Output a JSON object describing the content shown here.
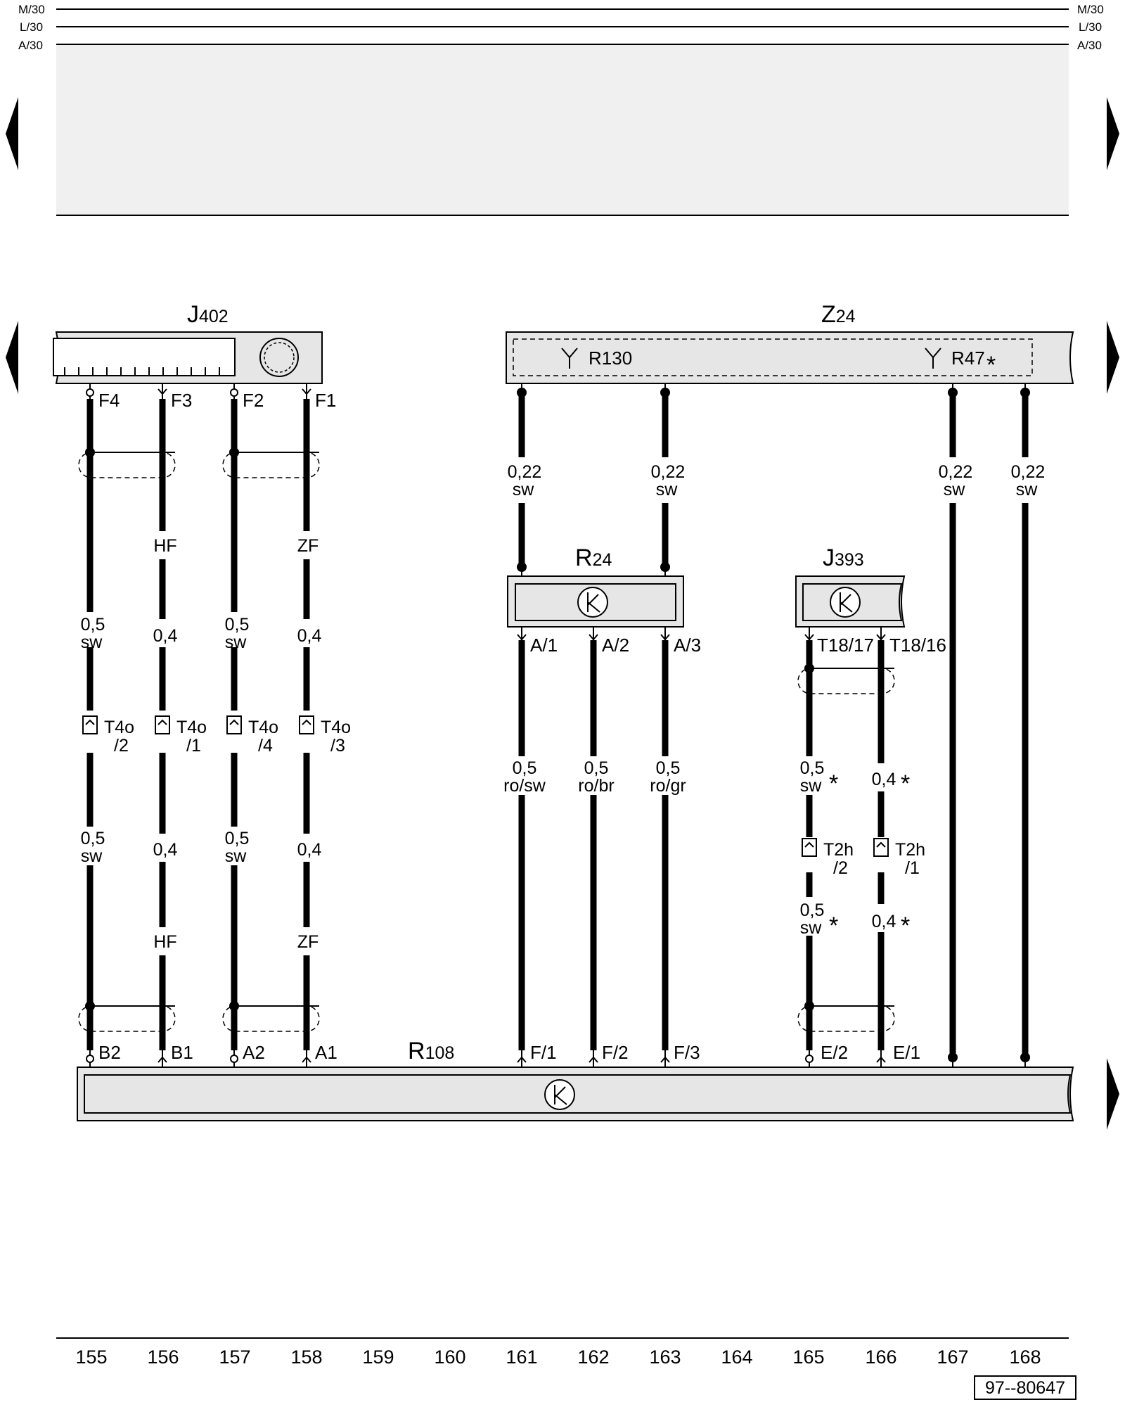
{
  "rails": {
    "left": [
      "M/30",
      "L/30",
      "A/30"
    ],
    "right": [
      "M/30",
      "L/30",
      "A/30"
    ]
  },
  "components": {
    "j402": {
      "prefix": "J",
      "sub": "402"
    },
    "z24": {
      "prefix": "Z",
      "sub": "24"
    },
    "r24": {
      "prefix": "R",
      "sub": "24"
    },
    "j393": {
      "prefix": "J",
      "sub": "393"
    },
    "r108": {
      "prefix": "R",
      "sub": "108"
    },
    "r130": "R130",
    "r47": "R47"
  },
  "asterisk": "*",
  "pins": {
    "j402": [
      "F4",
      "F3",
      "F2",
      "F1"
    ],
    "z24_to_r24": [],
    "r24": [
      "A/1",
      "A/2",
      "A/3"
    ],
    "j393": [
      "T18/17",
      "T18/16"
    ],
    "r108": [
      "B2",
      "B1",
      "A2",
      "A1",
      "F/1",
      "F/2",
      "F/3",
      "E/2",
      "E/1"
    ]
  },
  "wires": {
    "col155": {
      "size_a": "0,5",
      "color_a": "sw",
      "conn": "T4o",
      "conn_pin": "/2",
      "size_b": "0,5",
      "color_b": "sw"
    },
    "col156": {
      "tag": "HF",
      "size_a": "0,4",
      "conn": "T4o",
      "conn_pin": "/1",
      "size_b": "0,4"
    },
    "col157": {
      "size_a": "0,5",
      "color_a": "sw",
      "conn": "T4o",
      "conn_pin": "/4",
      "size_b": "0,5",
      "color_b": "sw"
    },
    "col158": {
      "tag": "ZF",
      "size_a": "0,4",
      "conn": "T4o",
      "conn_pin": "/3",
      "size_b": "0,4"
    },
    "col161": {
      "size_top": "0,22",
      "color_top": "sw",
      "size": "0,5",
      "color": "ro/sw"
    },
    "col162": {
      "size": "0,5",
      "color": "ro/br"
    },
    "col163": {
      "size_top": "0,22",
      "color_top": "sw",
      "size": "0,5",
      "color": "ro/gr"
    },
    "col165": {
      "size_a": "0,5",
      "color_a": "sw",
      "conn": "T2h",
      "conn_pin": "/2",
      "size_b": "0,5",
      "color_b": "sw"
    },
    "col166": {
      "size_a": "0,4",
      "conn": "T2h",
      "conn_pin": "/1",
      "size_b": "0,4"
    },
    "col167": {
      "size": "0,22",
      "color": "sw"
    },
    "col168": {
      "size": "0,22",
      "color": "sw"
    }
  },
  "columns": [
    "155",
    "156",
    "157",
    "158",
    "159",
    "160",
    "161",
    "162",
    "163",
    "164",
    "165",
    "166",
    "167",
    "168"
  ],
  "doc_number": "97--80647",
  "colors": {
    "line": "#000000",
    "fill": "#e6e6e6",
    "shade": "#f0f0f0"
  }
}
